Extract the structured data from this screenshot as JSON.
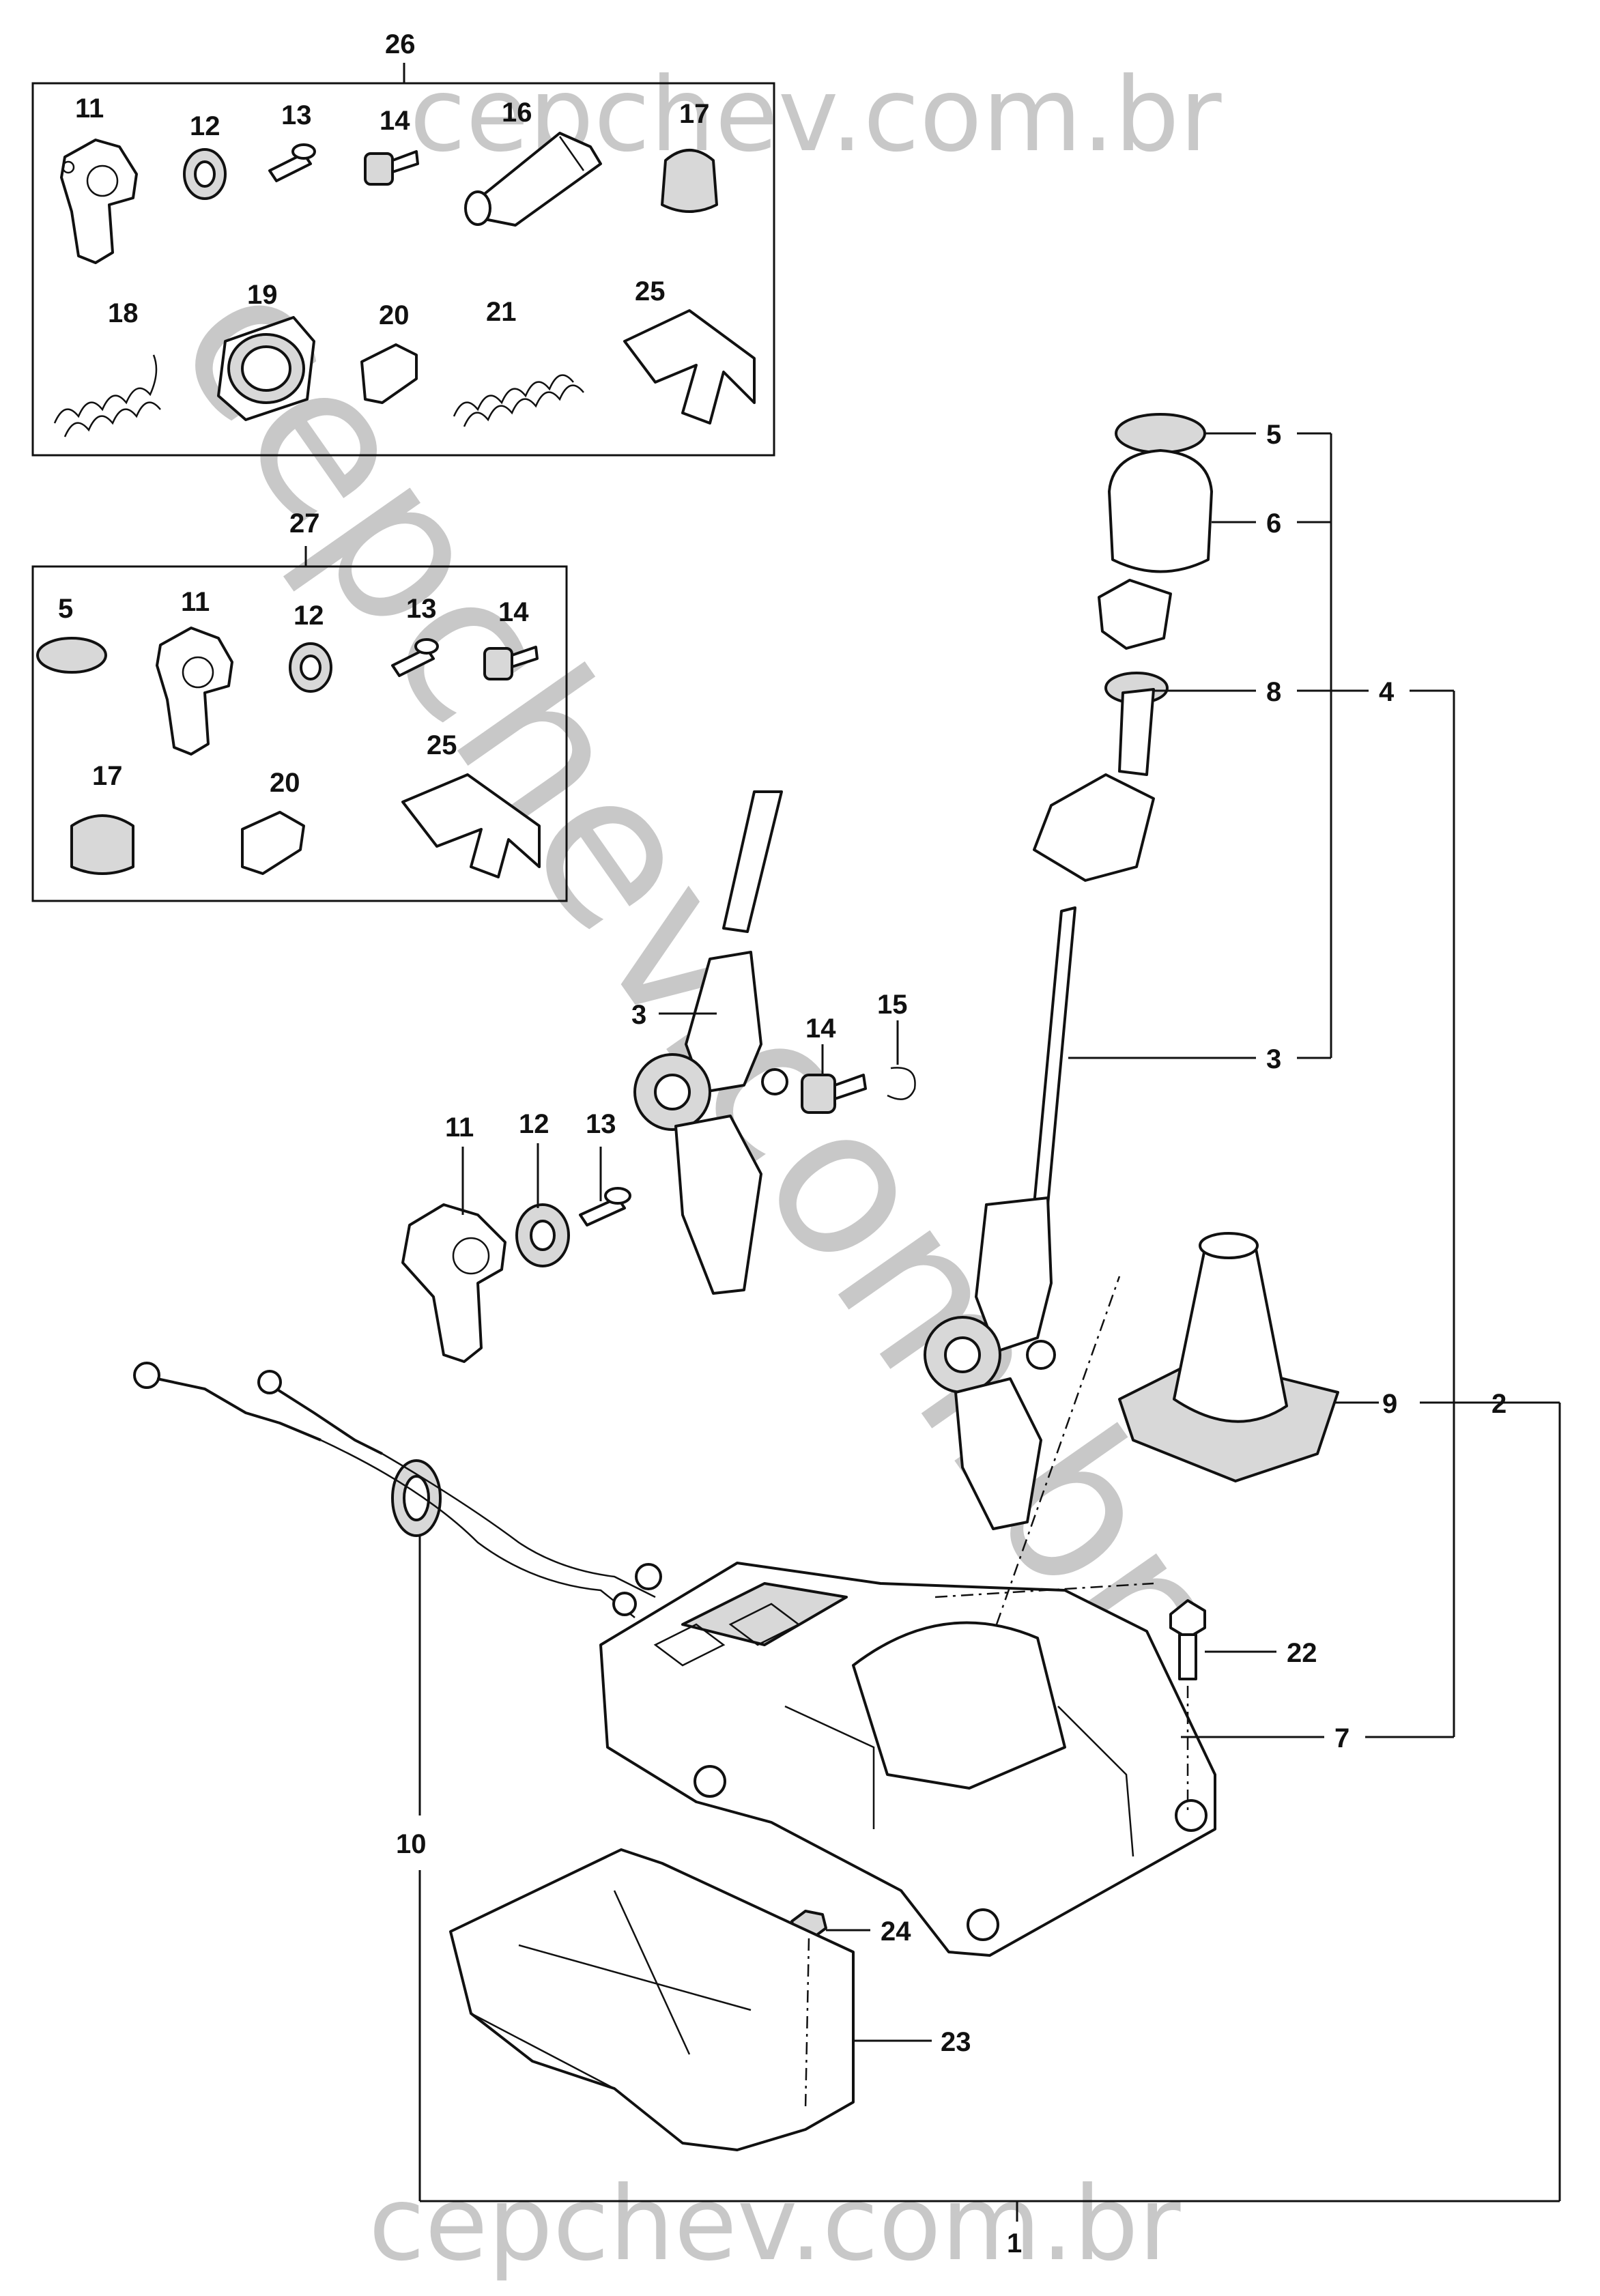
{
  "watermark": {
    "top": "cepchev.com.br",
    "bottom": "cepchev.com.br",
    "diagonal": "cepchev.com.br",
    "color": "#c8c8c8"
  },
  "callouts": {
    "c1": "1",
    "c2": "2",
    "c3a": "3",
    "c3b": "3",
    "c4": "4",
    "c5a": "5",
    "c5b": "5",
    "c6": "6",
    "c7": "7",
    "c8": "8",
    "c9": "9",
    "c10": "10",
    "c11a": "11",
    "c11b": "11",
    "c11c": "11",
    "c12a": "12",
    "c12b": "12",
    "c12c": "12",
    "c13a": "13",
    "c13b": "13",
    "c13c": "13",
    "c14a": "14",
    "c14b": "14",
    "c14c": "14",
    "c15": "15",
    "c16": "16",
    "c17a": "17",
    "c17b": "17",
    "c18": "18",
    "c19": "19",
    "c20a": "20",
    "c20b": "20",
    "c21": "21",
    "c22": "22",
    "c23": "23",
    "c24": "24",
    "c25a": "25",
    "c25b": "25",
    "c26": "26",
    "c27": "27"
  },
  "icons": {
    "gear-knob": "knob-icon",
    "boot": "boot-icon",
    "lever": "lever-icon",
    "housing": "housing-icon",
    "cable": "cable-icon",
    "spring": "spring-icon"
  }
}
